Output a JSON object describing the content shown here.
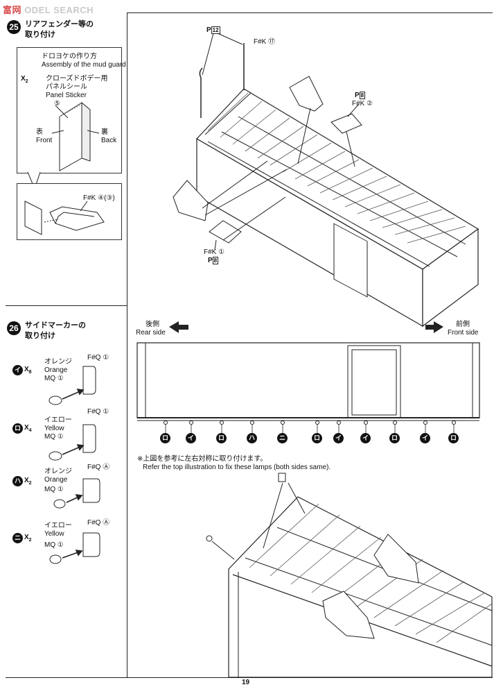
{
  "watermark": {
    "cjk": "富",
    "cjk2": "网",
    "text": "ODEL SEARCH"
  },
  "page_number": "19",
  "step25": {
    "number": "25",
    "title_line1": "リアフェンダー等の",
    "title_line2": "取り付け",
    "inset_title_jp": "ドロヨケの作り方",
    "inset_title_en": "Assembly of the mud guard",
    "x_mark": "X",
    "x_count": "2",
    "sticker_jp1": "クローズドボデー用",
    "sticker_jp2": "パネルシール",
    "sticker_en": "Panel Sticker",
    "sticker_num": "⑤",
    "front_jp": "表",
    "front_en": "Front",
    "back_jp": "裏",
    "back_en": "Back",
    "inset_part": "F#K ④(③)",
    "p12": "P",
    "p12_num": "12",
    "fk17": "F#K ⑰",
    "p8a_num": "8",
    "fk2": "F#K ②",
    "fk1": "F#K ①",
    "p8b_num": "8"
  },
  "step26": {
    "number": "26",
    "title_line1": "サイドマーカーの",
    "title_line2": "取り付け",
    "rows": [
      {
        "mark": "イ",
        "count": "8",
        "jp": "オレンジ",
        "en": "Orange",
        "mq": "MQ ①",
        "fq": "F#Q ①"
      },
      {
        "mark": "ロ",
        "count": "4",
        "jp": "イエロー",
        "en": "Yellow",
        "mq": "MQ ①",
        "fq": "F#Q ①"
      },
      {
        "mark": "ハ",
        "count": "2",
        "jp": "オレンジ",
        "en": "Orange",
        "mq": "MQ ①",
        "fq": "F#Q Ⓐ"
      },
      {
        "mark": "ニ",
        "count": "2",
        "jp": "イエロー",
        "en": "Yellow",
        "mq": "MQ ①",
        "fq": "F#Q Ⓐ"
      }
    ],
    "rear_jp": "後側",
    "rear_en": "Rear side",
    "front_jp": "前側",
    "front_en": "Front side",
    "lamp_marks": [
      "ロ",
      "イ",
      "ロ",
      "ハ",
      "ニ",
      "ロ",
      "イ",
      "イ",
      "ロ",
      "イ",
      "ロ"
    ],
    "note_jp": "※上図を参考に左右対称に取り付けます。",
    "note_en": "Refer the top illustration to fix these lamps (both sides same)."
  }
}
